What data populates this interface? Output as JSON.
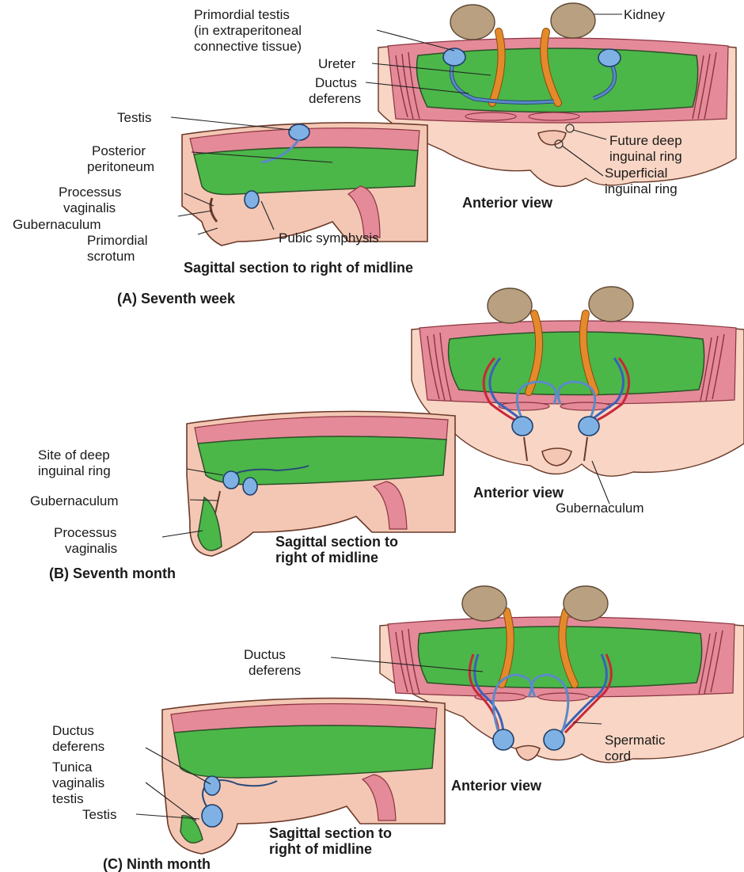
{
  "panels": {
    "a": {
      "caption": "(A) Seventh week",
      "sagittal_title": "Sagittal section to right of midline",
      "anterior_title": "Anterior view",
      "labels": {
        "primordial_testis_1": "Primordial testis",
        "primordial_testis_2": "(in extraperitoneal",
        "primordial_testis_3": "connective tissue)",
        "kidney": "Kidney",
        "ureter": "Ureter",
        "ductus_1": "Ductus",
        "ductus_2": "deferens",
        "testis": "Testis",
        "post_perit_1": "Posterior",
        "post_perit_2": "peritoneum",
        "future_ring_1": "Future deep",
        "future_ring_2": "inguinal ring",
        "superficial_1": "Superficial",
        "superficial_2": "inguinal ring",
        "processus_1": "Processus",
        "processus_2": "vaginalis",
        "gubernaculum": "Gubernaculum",
        "scrotum_1": "Primordial",
        "scrotum_2": "scrotum",
        "pubic": "Pubic symphysis"
      }
    },
    "b": {
      "caption": "(B) Seventh month",
      "sagittal_title_1": "Sagittal section to",
      "sagittal_title_2": "right of midline",
      "anterior_title": "Anterior view",
      "labels": {
        "site_1": "Site of deep",
        "site_2": "inguinal ring",
        "gubernaculum_left": "Gubernaculum",
        "gubernaculum_right": "Gubernaculum",
        "processus_1": "Processus",
        "processus_2": "vaginalis"
      }
    },
    "c": {
      "caption": "(C) Ninth month",
      "sagittal_title_1": "Sagittal section to",
      "sagittal_title_2": "right of midline",
      "anterior_title": "Anterior view",
      "labels": {
        "ductus_top_1": "Ductus",
        "ductus_top_2": "deferens",
        "ductus_left_1": "Ductus",
        "ductus_left_2": "deferens",
        "tunica_1": "Tunica",
        "tunica_2": "vaginalis",
        "tunica_3": "testis",
        "testis": "Testis",
        "spermatic_1": "Spermatic",
        "spermatic_2": "cord"
      }
    }
  },
  "colors": {
    "peritoneum_green": "#4bb748",
    "skin": "#f4c7b4",
    "pink_wall": "#e58a98",
    "kidney": "#b9a080",
    "ureter": "#e58a2a",
    "testis": "#7fb1e4",
    "artery": "#c8283a",
    "vein": "#3a62b8"
  }
}
